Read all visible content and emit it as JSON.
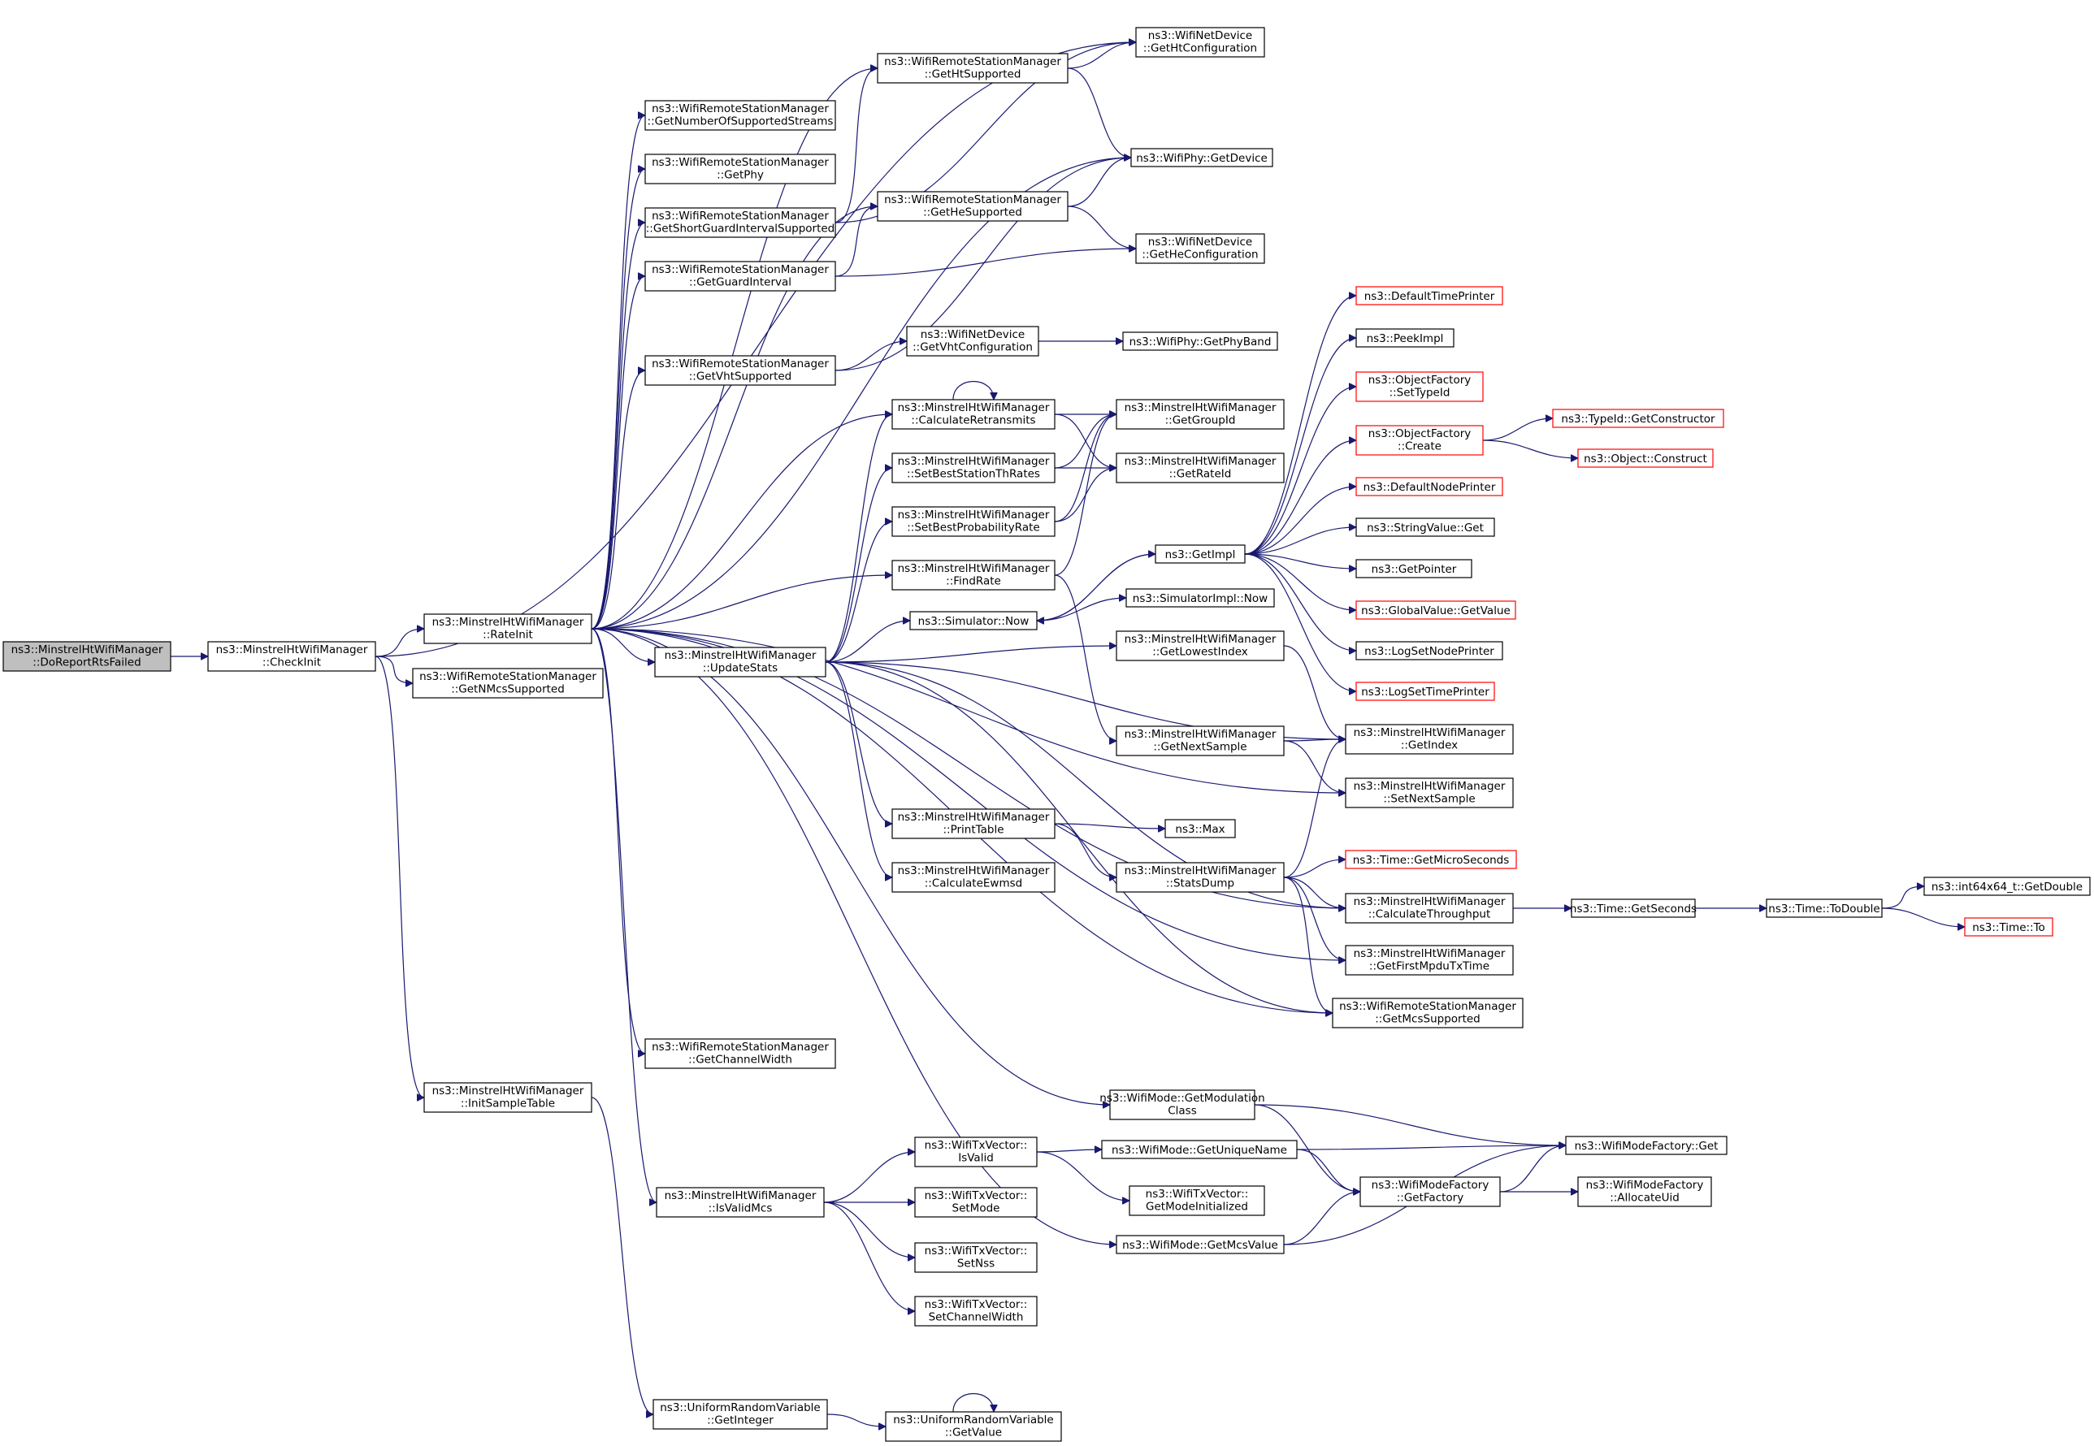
{
  "colors": {
    "edge": "#191970",
    "node_border": "#000000",
    "truncated_border": "#ff0000",
    "root_fill": "#bfbfbf",
    "node_fill": "#ffffff"
  },
  "nodes": [
    {
      "id": "root",
      "lines": [
        "ns3::MinstrelHtWifiManager",
        "::DoReportRtsFailed"
      ],
      "root": true
    },
    {
      "id": "checkinit",
      "lines": [
        "ns3::MinstrelHtWifiManager",
        "::CheckInit"
      ]
    },
    {
      "id": "rateinit",
      "lines": [
        "ns3::MinstrelHtWifiManager",
        "::RateInit"
      ]
    },
    {
      "id": "getnmcs",
      "lines": [
        "ns3::WifiRemoteStationManager",
        "::GetNMcsSupported"
      ]
    },
    {
      "id": "initsample",
      "lines": [
        "ns3::MinstrelHtWifiManager",
        "::InitSampleTable"
      ]
    },
    {
      "id": "getnumstreams",
      "lines": [
        "ns3::WifiRemoteStationManager",
        "::GetNumberOfSupportedStreams"
      ]
    },
    {
      "id": "getphy",
      "lines": [
        "ns3::WifiRemoteStationManager",
        "::GetPhy"
      ]
    },
    {
      "id": "getsgi",
      "lines": [
        "ns3::WifiRemoteStationManager",
        "::GetShortGuardIntervalSupported"
      ]
    },
    {
      "id": "getgi",
      "lines": [
        "ns3::WifiRemoteStationManager",
        "::GetGuardInterval"
      ]
    },
    {
      "id": "getvht",
      "lines": [
        "ns3::WifiRemoteStationManager",
        "::GetVhtSupported"
      ]
    },
    {
      "id": "getchw",
      "lines": [
        "ns3::WifiRemoteStationManager",
        "::GetChannelWidth"
      ]
    },
    {
      "id": "isvalidmcs",
      "lines": [
        "ns3::MinstrelHtWifiManager",
        "::IsValidMcs"
      ]
    },
    {
      "id": "getinteger",
      "lines": [
        "ns3::UniformRandomVariable",
        "::GetInteger"
      ]
    },
    {
      "id": "gethtsup",
      "lines": [
        "ns3::WifiRemoteStationManager",
        "::GetHtSupported"
      ]
    },
    {
      "id": "gethesup",
      "lines": [
        "ns3::WifiRemoteStationManager",
        "::GetHeSupported"
      ]
    },
    {
      "id": "getvhtconf",
      "lines": [
        "ns3::WifiNetDevice",
        "::GetVhtConfiguration"
      ]
    },
    {
      "id": "calcretrans",
      "lines": [
        "ns3::MinstrelHtWifiManager",
        "::CalculateRetransmits"
      ]
    },
    {
      "id": "setbeststth",
      "lines": [
        "ns3::MinstrelHtWifiManager",
        "::SetBestStationThRates"
      ]
    },
    {
      "id": "setbestprob",
      "lines": [
        "ns3::MinstrelHtWifiManager",
        "::SetBestProbabilityRate"
      ]
    },
    {
      "id": "findrate",
      "lines": [
        "ns3::MinstrelHtWifiManager",
        "::FindRate"
      ]
    },
    {
      "id": "simnow",
      "lines": [
        "ns3::Simulator::Now"
      ]
    },
    {
      "id": "updatestats",
      "lines": [
        "ns3::MinstrelHtWifiManager",
        "::UpdateStats"
      ]
    },
    {
      "id": "printtable",
      "lines": [
        "ns3::MinstrelHtWifiManager",
        "::PrintTable"
      ]
    },
    {
      "id": "calcewmsd",
      "lines": [
        "ns3::MinstrelHtWifiManager",
        "::CalculateEwmsd"
      ]
    },
    {
      "id": "getmodclass",
      "lines": [
        "ns3::WifiMode::GetModulation",
        "Class"
      ]
    },
    {
      "id": "txisvalid",
      "lines": [
        "ns3::WifiTxVector::",
        "IsValid"
      ]
    },
    {
      "id": "txsetmode",
      "lines": [
        "ns3::WifiTxVector::",
        "SetMode"
      ]
    },
    {
      "id": "txsetnss",
      "lines": [
        "ns3::WifiTxVector::",
        "SetNss"
      ]
    },
    {
      "id": "txsetchw",
      "lines": [
        "ns3::WifiTxVector::",
        "SetChannelWidth"
      ]
    },
    {
      "id": "getvalue",
      "lines": [
        "ns3::UniformRandomVariable",
        "::GetValue"
      ]
    },
    {
      "id": "gethtconf",
      "lines": [
        "ns3::WifiNetDevice",
        "::GetHtConfiguration"
      ]
    },
    {
      "id": "phygetdevice",
      "lines": [
        "ns3::WifiPhy::GetDevice"
      ]
    },
    {
      "id": "gethecconf",
      "lines": [
        "ns3::WifiNetDevice",
        "::GetHeConfiguration"
      ]
    },
    {
      "id": "getphyband",
      "lines": [
        "ns3::WifiPhy::GetPhyBand"
      ]
    },
    {
      "id": "getgroupid",
      "lines": [
        "ns3::MinstrelHtWifiManager",
        "::GetGroupId"
      ]
    },
    {
      "id": "getrateid",
      "lines": [
        "ns3::MinstrelHtWifiManager",
        "::GetRateId"
      ]
    },
    {
      "id": "getimpl",
      "lines": [
        "ns3::GetImpl"
      ]
    },
    {
      "id": "simimplnow",
      "lines": [
        "ns3::SimulatorImpl::Now"
      ]
    },
    {
      "id": "getlowest",
      "lines": [
        "ns3::MinstrelHtWifiManager",
        "::GetLowestIndex"
      ]
    },
    {
      "id": "getnextsample",
      "lines": [
        "ns3::MinstrelHtWifiManager",
        "::GetNextSample"
      ]
    },
    {
      "id": "max",
      "lines": [
        "ns3::Max"
      ]
    },
    {
      "id": "statsdump",
      "lines": [
        "ns3::MinstrelHtWifiManager",
        "::StatsDump"
      ]
    },
    {
      "id": "getuniquename",
      "lines": [
        "ns3::WifiMode::GetUniqueName"
      ]
    },
    {
      "id": "getmodeinit",
      "lines": [
        "ns3::WifiTxVector::",
        "GetModeInitialized"
      ]
    },
    {
      "id": "getmcsvalue",
      "lines": [
        "ns3::WifiMode::GetMcsValue"
      ]
    },
    {
      "id": "deftimeprinter",
      "lines": [
        "ns3::DefaultTimePrinter"
      ],
      "truncated": true
    },
    {
      "id": "peekimpl",
      "lines": [
        "ns3::PeekImpl"
      ]
    },
    {
      "id": "ofsettypeid",
      "lines": [
        "ns3::ObjectFactory",
        "::SetTypeId"
      ],
      "truncated": true
    },
    {
      "id": "ofcreate",
      "lines": [
        "ns3::ObjectFactory",
        "::Create"
      ],
      "truncated": true
    },
    {
      "id": "defnodeprinter",
      "lines": [
        "ns3::DefaultNodePrinter"
      ],
      "truncated": true
    },
    {
      "id": "stringget",
      "lines": [
        "ns3::StringValue::Get"
      ]
    },
    {
      "id": "getpointer",
      "lines": [
        "ns3::GetPointer"
      ]
    },
    {
      "id": "gvgetvalue",
      "lines": [
        "ns3::GlobalValue::GetValue"
      ],
      "truncated": true
    },
    {
      "id": "logsetnode",
      "lines": [
        "ns3::LogSetNodePrinter"
      ]
    },
    {
      "id": "logsettime",
      "lines": [
        "ns3::LogSetTimePrinter"
      ],
      "truncated": true
    },
    {
      "id": "getindex",
      "lines": [
        "ns3::MinstrelHtWifiManager",
        "::GetIndex"
      ]
    },
    {
      "id": "setnextsample",
      "lines": [
        "ns3::MinstrelHtWifiManager",
        "::SetNextSample"
      ]
    },
    {
      "id": "getmicro",
      "lines": [
        "ns3::Time::GetMicroSeconds"
      ],
      "truncated": true
    },
    {
      "id": "calcthroughput",
      "lines": [
        "ns3::MinstrelHtWifiManager",
        "::CalculateThroughput"
      ]
    },
    {
      "id": "getfirstmpdu",
      "lines": [
        "ns3::MinstrelHtWifiManager",
        "::GetFirstMpduTxTime"
      ]
    },
    {
      "id": "getmcssup",
      "lines": [
        "ns3::WifiRemoteStationManager",
        "::GetMcsSupported"
      ]
    },
    {
      "id": "wmfget",
      "lines": [
        "ns3::WifiModeFactory::Get"
      ]
    },
    {
      "id": "wmfgetfactory",
      "lines": [
        "ns3::WifiModeFactory",
        "::GetFactory"
      ]
    },
    {
      "id": "wmfallocuid",
      "lines": [
        "ns3::WifiModeFactory",
        "::AllocateUid"
      ]
    },
    {
      "id": "typeidgetctor",
      "lines": [
        "ns3::TypeId::GetConstructor"
      ],
      "truncated": true
    },
    {
      "id": "objconstruct",
      "lines": [
        "ns3::Object::Construct"
      ],
      "truncated": true
    },
    {
      "id": "timegetseconds",
      "lines": [
        "ns3::Time::GetSeconds"
      ]
    },
    {
      "id": "timetodouble",
      "lines": [
        "ns3::Time::ToDouble"
      ]
    },
    {
      "id": "int64getdouble",
      "lines": [
        "ns3::int64x64_t::GetDouble"
      ]
    },
    {
      "id": "timeto",
      "lines": [
        "ns3::Time::To"
      ],
      "truncated": true
    }
  ],
  "edges": [
    [
      "root",
      "checkinit"
    ],
    [
      "checkinit",
      "rateinit"
    ],
    [
      "checkinit",
      "getnmcs"
    ],
    [
      "checkinit",
      "initsample"
    ],
    [
      "checkinit",
      "gethtconf"
    ],
    [
      "rateinit",
      "getnumstreams"
    ],
    [
      "rateinit",
      "getphy"
    ],
    [
      "rateinit",
      "getsgi"
    ],
    [
      "rateinit",
      "getgi"
    ],
    [
      "rateinit",
      "getvht"
    ],
    [
      "rateinit",
      "getchw"
    ],
    [
      "rateinit",
      "isvalidmcs"
    ],
    [
      "rateinit",
      "gethtsup"
    ],
    [
      "rateinit",
      "gethesup"
    ],
    [
      "rateinit",
      "calcretrans"
    ],
    [
      "rateinit",
      "findrate"
    ],
    [
      "rateinit",
      "updatestats"
    ],
    [
      "rateinit",
      "getmodclass"
    ],
    [
      "rateinit",
      "getmcsvalue"
    ],
    [
      "rateinit",
      "setnextsample"
    ],
    [
      "rateinit",
      "calcthroughput"
    ],
    [
      "rateinit",
      "getfirstmpdu"
    ],
    [
      "rateinit",
      "getmcssup"
    ],
    [
      "rateinit",
      "phygetdevice"
    ],
    [
      "initsample",
      "getinteger"
    ],
    [
      "getinteger",
      "getvalue"
    ],
    [
      "getvalue",
      "getvalue"
    ],
    [
      "getsgi",
      "gethtconf"
    ],
    [
      "getsgi",
      "gethtsup"
    ],
    [
      "getgi",
      "gethesup"
    ],
    [
      "getgi",
      "gethecconf"
    ],
    [
      "getvht",
      "getvhtconf"
    ],
    [
      "getvht",
      "phygetdevice"
    ],
    [
      "gethtsup",
      "gethtconf"
    ],
    [
      "gethtsup",
      "phygetdevice"
    ],
    [
      "gethesup",
      "phygetdevice"
    ],
    [
      "gethesup",
      "gethecconf"
    ],
    [
      "getvhtconf",
      "getphyband"
    ],
    [
      "calcretrans",
      "calcretrans"
    ],
    [
      "calcretrans",
      "getgroupid"
    ],
    [
      "calcretrans",
      "getrateid"
    ],
    [
      "setbeststth",
      "getgroupid"
    ],
    [
      "setbeststth",
      "getrateid"
    ],
    [
      "setbestprob",
      "getgroupid"
    ],
    [
      "setbestprob",
      "getrateid"
    ],
    [
      "findrate",
      "getgroupid"
    ],
    [
      "findrate",
      "getnextsample"
    ],
    [
      "updatestats",
      "calcretrans"
    ],
    [
      "updatestats",
      "setbeststth"
    ],
    [
      "updatestats",
      "setbestprob"
    ],
    [
      "updatestats",
      "simnow"
    ],
    [
      "updatestats",
      "getlowest"
    ],
    [
      "updatestats",
      "getindex"
    ],
    [
      "updatestats",
      "printtable"
    ],
    [
      "updatestats",
      "calcewmsd"
    ],
    [
      "updatestats",
      "calcthroughput"
    ],
    [
      "updatestats",
      "getmcssup"
    ],
    [
      "simnow",
      "getimpl"
    ],
    [
      "simnow",
      "simimplnow"
    ],
    [
      "getimpl",
      "deftimeprinter"
    ],
    [
      "getimpl",
      "peekimpl"
    ],
    [
      "getimpl",
      "ofsettypeid"
    ],
    [
      "getimpl",
      "ofcreate"
    ],
    [
      "getimpl",
      "defnodeprinter"
    ],
    [
      "getimpl",
      "stringget"
    ],
    [
      "getimpl",
      "getpointer"
    ],
    [
      "getimpl",
      "gvgetvalue"
    ],
    [
      "getimpl",
      "logsetnode"
    ],
    [
      "getimpl",
      "logsettime"
    ],
    [
      "getimpl",
      "simnow"
    ],
    [
      "ofcreate",
      "typeidgetctor"
    ],
    [
      "ofcreate",
      "objconstruct"
    ],
    [
      "getlowest",
      "getindex"
    ],
    [
      "getnextsample",
      "getindex"
    ],
    [
      "getnextsample",
      "setnextsample"
    ],
    [
      "printtable",
      "max"
    ],
    [
      "printtable",
      "statsdump"
    ],
    [
      "statsdump",
      "getmicro"
    ],
    [
      "statsdump",
      "calcthroughput"
    ],
    [
      "statsdump",
      "getfirstmpdu"
    ],
    [
      "statsdump",
      "getmcssup"
    ],
    [
      "statsdump",
      "getindex"
    ],
    [
      "calcthroughput",
      "timegetseconds"
    ],
    [
      "timegetseconds",
      "timetodouble"
    ],
    [
      "timetodouble",
      "int64getdouble"
    ],
    [
      "timetodouble",
      "timeto"
    ],
    [
      "getmodclass",
      "wmfget"
    ],
    [
      "getmodclass",
      "wmfgetfactory"
    ],
    [
      "isvalidmcs",
      "txisvalid"
    ],
    [
      "isvalidmcs",
      "txsetmode"
    ],
    [
      "isvalidmcs",
      "txsetnss"
    ],
    [
      "isvalidmcs",
      "txsetchw"
    ],
    [
      "txisvalid",
      "getuniquename"
    ],
    [
      "txisvalid",
      "getmodeinit"
    ],
    [
      "getuniquename",
      "wmfget"
    ],
    [
      "getuniquename",
      "wmfgetfactory"
    ],
    [
      "getmcsvalue",
      "wmfgetfactory"
    ],
    [
      "getmcsvalue",
      "wmfget"
    ],
    [
      "wmfgetfactory",
      "wmfget"
    ],
    [
      "wmfgetfactory",
      "wmfallocuid"
    ]
  ]
}
